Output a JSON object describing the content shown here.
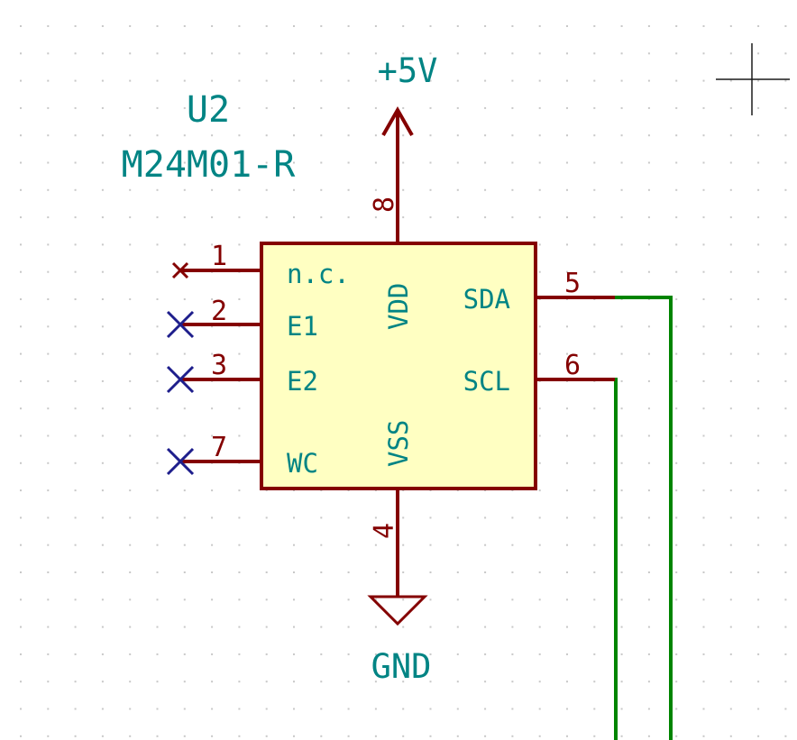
{
  "component": {
    "reference": "U2",
    "value": "M24M01-R"
  },
  "power": {
    "top_label": "+5V",
    "bottom_label": "GND"
  },
  "pins": {
    "p1": {
      "number": "1",
      "name": "n.c."
    },
    "p2": {
      "number": "2",
      "name": "E1"
    },
    "p3": {
      "number": "3",
      "name": "E2"
    },
    "p7": {
      "number": "7",
      "name": "WC"
    },
    "p5": {
      "number": "5",
      "name": "SDA"
    },
    "p6": {
      "number": "6",
      "name": "SCL"
    },
    "p8": {
      "number": "8",
      "name": "VDD"
    },
    "p4": {
      "number": "4",
      "name": "VSS"
    }
  },
  "colors": {
    "background": "#ffffff",
    "grid_dot": "#c8c8c8",
    "body_fill": "#ffffc2",
    "body_stroke": "#840000",
    "pin": "#840000",
    "text": "#008484",
    "wire": "#008400",
    "no_connect": "#1e1e8c",
    "cursor": "#1a1a1a"
  }
}
